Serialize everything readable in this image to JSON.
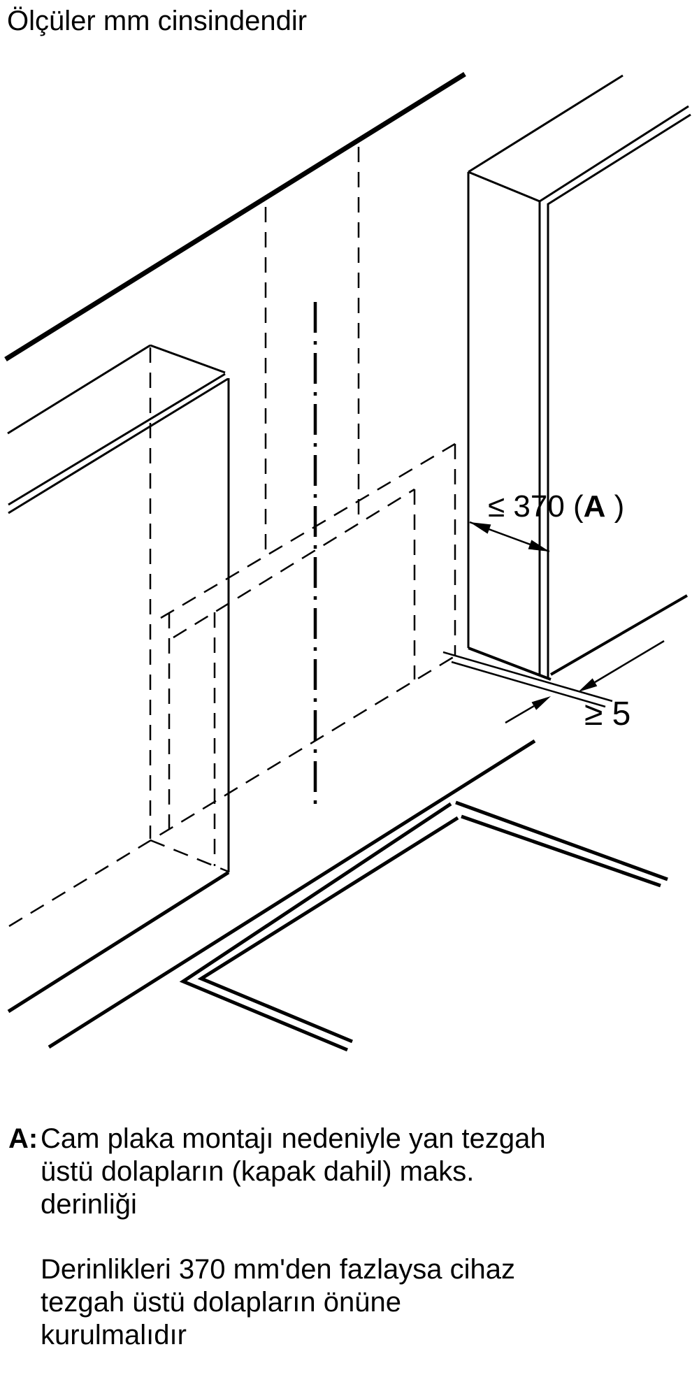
{
  "title": "Ölçüler mm cinsindendir",
  "dimensions": {
    "depth_prefix": "≤ 370 (",
    "depth_ref": "A",
    "depth_suffix": " )",
    "gap": "≥ 5"
  },
  "notes": {
    "marker": "A:",
    "note1_lines": [
      "Cam plaka montajı nedeniyle yan tezgah",
      "üstü dolapların (kapak dahil) maks.",
      "derinliği"
    ],
    "note2_lines": [
      "Derinlikleri 370 mm'den fazlaysa cihaz",
      "tezgah üstü dolapların önüne",
      "kurulmalıdır"
    ]
  },
  "colors": {
    "line": "#000000",
    "background": "#ffffff"
  }
}
